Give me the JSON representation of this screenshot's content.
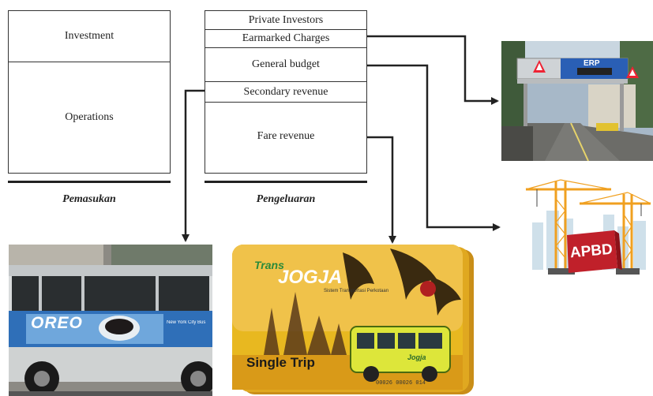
{
  "left_table": {
    "rows": [
      "Investment",
      "Operations"
    ],
    "caption": "Pemasukan"
  },
  "right_table": {
    "rows": [
      "Private Investors",
      "Earmarked Charges",
      "General budget",
      "Secondary revenue",
      "Fare revenue"
    ],
    "caption": "Pengeluaran"
  },
  "photos": {
    "erp": {
      "sign": "ERP"
    },
    "apbd": {
      "label": "APBD"
    },
    "bus": {
      "ad_text": "OREO",
      "side_text": "New York City Bus"
    },
    "ticket": {
      "brand_top": "Trans",
      "brand_main": "JOGJA",
      "subtitle": "Sistem Transportasi Perkotaan",
      "product": "Single Trip",
      "bus_logo": "Jogja",
      "serial": "00026 00026 014"
    }
  },
  "colors": {
    "line": "#222222",
    "crane": "#f0a020",
    "apbd_red": "#c0202a",
    "ticket_yellow": "#e8b820"
  }
}
